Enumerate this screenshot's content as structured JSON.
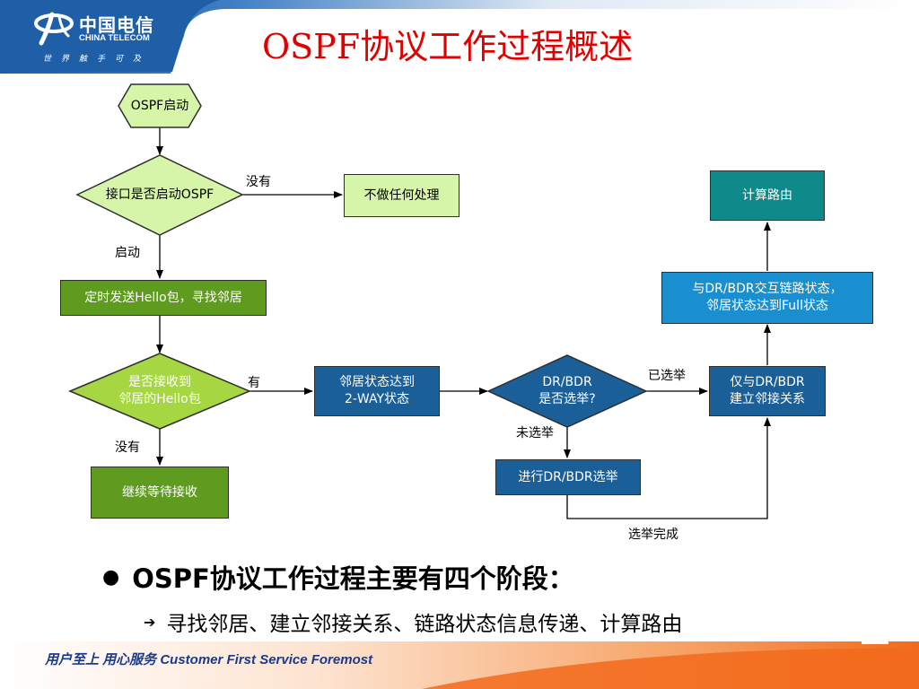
{
  "header": {
    "logo_cn": "中国电信",
    "logo_en": "CHINA TELECOM",
    "logo_slogan": "世界触手可及",
    "title": "OSPF协议工作过程概述"
  },
  "flow": {
    "start": "OSPF启动",
    "check_interface": "接口是否启动OSPF",
    "no_action": "不做任何处理",
    "send_hello": "定时发送Hello包，寻找邻居",
    "received_hello": "是否接收到\n邻居的Hello包",
    "keep_waiting": "继续等待接收",
    "two_way": "邻居状态达到\n2-WAY状态",
    "dr_elected": "DR/BDR\n是否选举?",
    "do_election": "进行DR/BDR选举",
    "adjacency": "仅与DR/BDR\n建立邻接关系",
    "exchange_lsdb": "与DR/BDR交互链路状态，\n邻居状态达到Full状态",
    "calc_route": "计算路由",
    "labels": {
      "not_enabled": "没有",
      "enabled": "启动",
      "yes_received": "有",
      "not_received": "没有",
      "elected": "已选举",
      "not_elected": "未选举",
      "election_done": "选举完成"
    }
  },
  "bullets": {
    "main": "OSPF协议工作过程主要有四个阶段：",
    "sub": "寻找邻居、建立邻接关系、链路状态信息传递、计算路由"
  },
  "footer": {
    "slogan": "用户至上  用心服务  Customer First Service Foremost"
  },
  "colors": {
    "title_red": "#e10000",
    "header_blue": "#1f5fa8",
    "footer_orange": "#f26a1b",
    "light_green": "#d6f5a8",
    "dark_green": "#5e9b1f",
    "teal": "#0e8a8a",
    "dark_blue": "#1a5f98",
    "cyan_blue": "#1a8fd0"
  }
}
